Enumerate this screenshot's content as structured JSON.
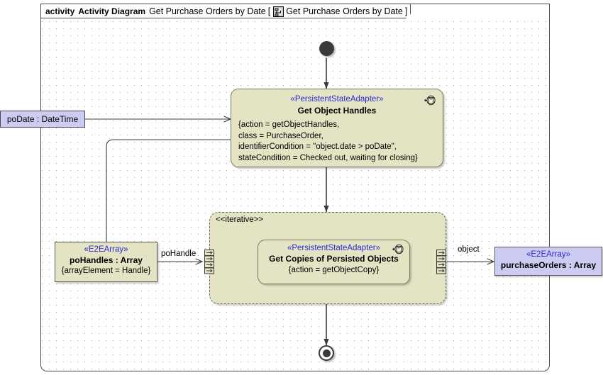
{
  "frame": {
    "keyword": "activity",
    "kind": "Activity Diagram",
    "name": "Get Purchase Orders by Date",
    "bracket_open": "[",
    "bracket_close": "]",
    "tab_icon": "activity-diagram-icon",
    "tab_name": "Get Purchase Orders by Date"
  },
  "nodes": {
    "initial": {
      "name": "initial-node"
    },
    "final": {
      "name": "activity-final-node"
    },
    "get_object_handles": {
      "stereotype": "«PersistentStateAdapter»",
      "name": "Get Object Handles",
      "icon": "persistent-state-adapter-icon",
      "properties": [
        "{action = getObjectHandles,",
        "class = PurchaseOrder,",
        "identifierCondition = \"object.date > poDate\",",
        "stateCondition = Checked out, waiting for closing}"
      ]
    },
    "get_copies": {
      "stereotype": "«PersistentStateAdapter»",
      "name": "Get Copies of Persisted Objects",
      "icon": "persistent-state-adapter-icon",
      "properties": "{action = getObjectCopy}"
    },
    "region": {
      "label": "<<iterative>>"
    },
    "po_date_param": {
      "label": "poDate : DateTime"
    },
    "po_handles": {
      "stereotype": "«E2EArray»",
      "name": "poHandles : Array",
      "properties": "{arrayElement = Handle}"
    },
    "purchase_orders": {
      "stereotype": "«E2EArray»",
      "name": "purchaseOrders : Array"
    }
  },
  "edges": {
    "po_handle_label": "poHandle",
    "object_label": "object"
  },
  "colors": {
    "action_fill": "#e4e4c4",
    "object_fill": "#ccccf2",
    "stereotype_text": "#2a2ad0",
    "border": "#5a5a5a",
    "canvas": "#ffffff"
  }
}
